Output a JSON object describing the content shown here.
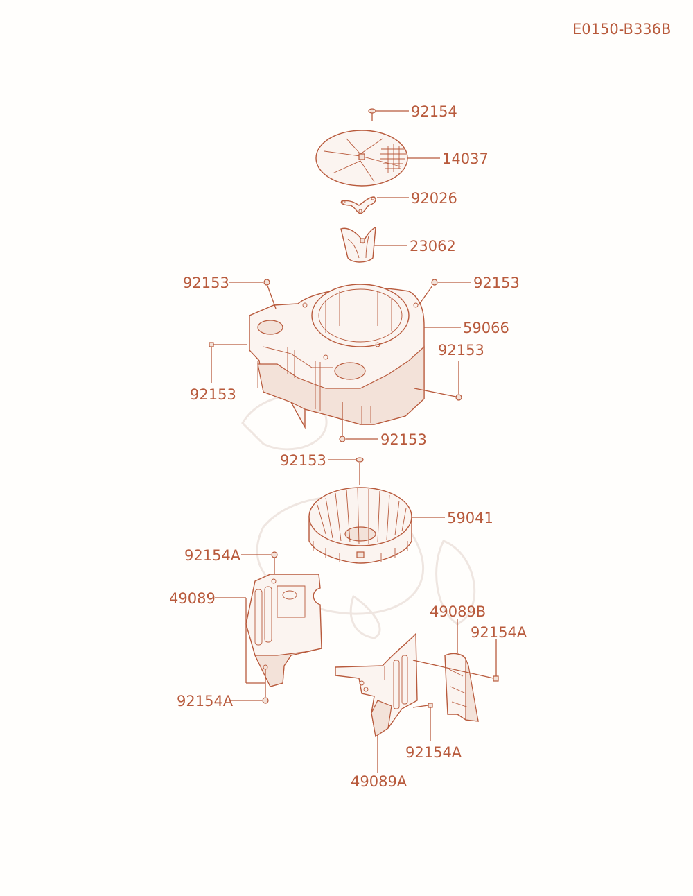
{
  "diagram_code": "E0150-B336B",
  "colors": {
    "line": "#b85a3c",
    "background": "#fffefc"
  },
  "labels": {
    "l92154_top": "92154",
    "l14037": "14037",
    "l92026": "92026",
    "l23062": "23062",
    "l92153_ul": "92153",
    "l92153_ur": "92153",
    "l59066": "59066",
    "l92153_r": "92153",
    "l92153_l": "92153",
    "l92153_b": "92153",
    "l92153_fan": "92153",
    "l59041": "59041",
    "l92154A_1": "92154A",
    "l49089": "49089",
    "l49089B": "49089B",
    "l92154A_2": "92154A",
    "l92154A_3": "92154A",
    "l92154A_4": "92154A",
    "l49089A": "49089A"
  }
}
